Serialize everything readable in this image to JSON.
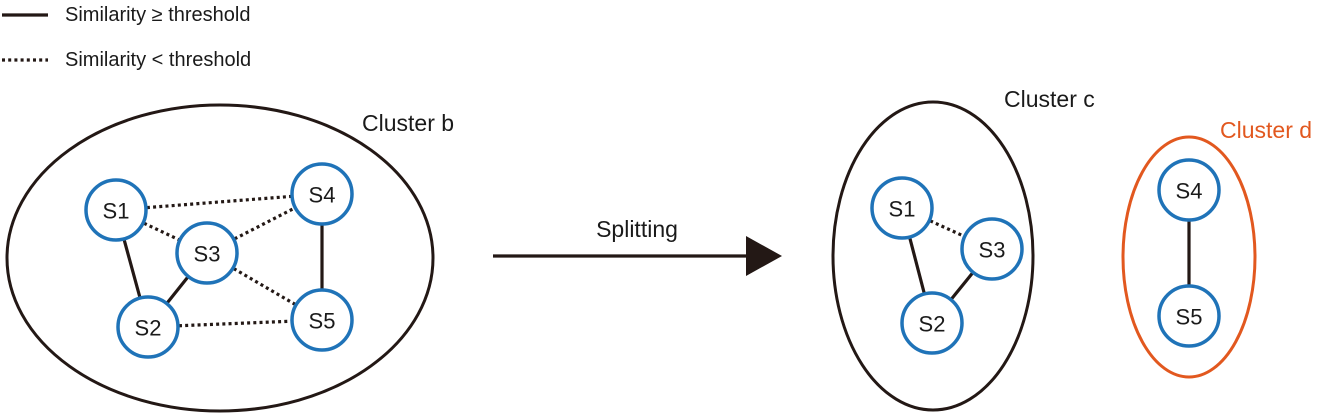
{
  "legend": {
    "solid_label": "Similarity ≥ threshold",
    "dotted_label": "Similarity < threshold"
  },
  "arrow": {
    "label": "Splitting"
  },
  "clusters": {
    "b": {
      "label": "Cluster b"
    },
    "c": {
      "label": "Cluster c"
    },
    "d": {
      "label": "Cluster d"
    }
  },
  "nodes": {
    "s1": "S1",
    "s2": "S2",
    "s3": "S3",
    "s4": "S4",
    "s5": "S5"
  },
  "colors": {
    "node_stroke": "#1f73b8",
    "edge": "#231815",
    "cluster_d": "#e2581f",
    "cluster_default": "#231815"
  }
}
